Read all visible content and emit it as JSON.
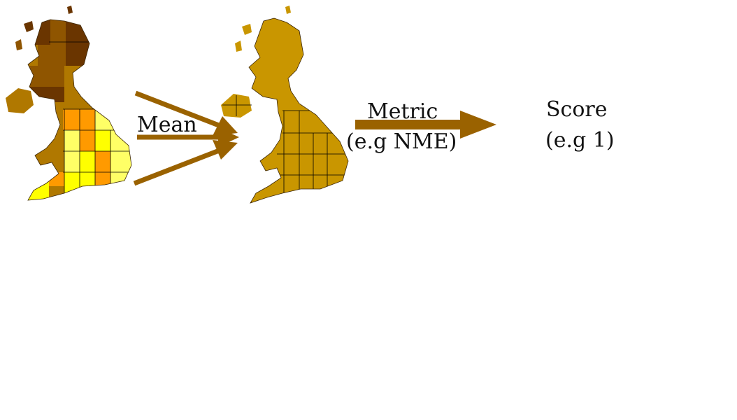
{
  "labels": {
    "mean": "Mean",
    "metric": "Metric",
    "metric_example": "(e.g NME)",
    "score": "Score",
    "score_example": "(e.g 1)"
  },
  "colors": {
    "arrow": "#9a6200",
    "map_uniform": "#c99600",
    "map_dark_brown": "#6a3500",
    "map_mid_brown": "#8f5500",
    "map_light_brown": "#b07800",
    "map_orange": "#ff9a00",
    "map_yellow": "#ffff00",
    "map_pale_yellow": "#ffff66",
    "grid_line": "#000000"
  },
  "maps": {
    "input_map_icon": "uk-gridded-map-icon",
    "mean_map_icon": "uk-gridded-map-icon"
  }
}
